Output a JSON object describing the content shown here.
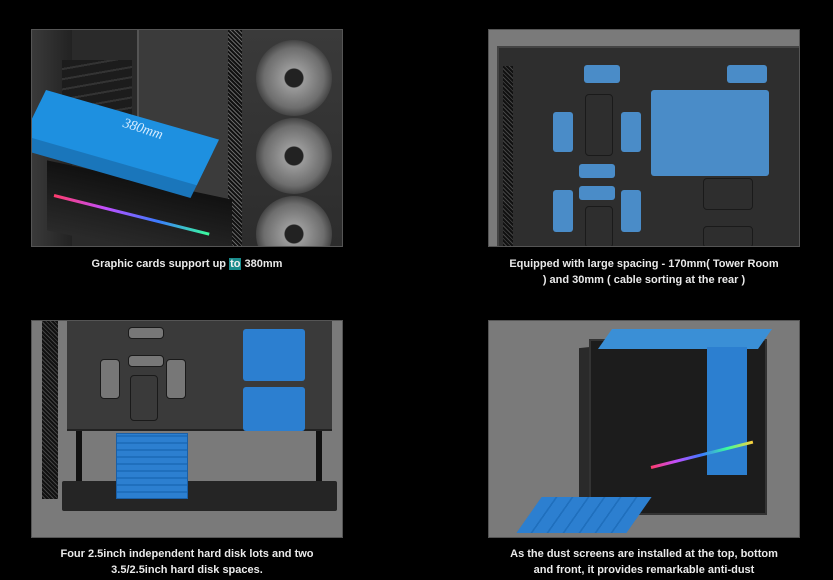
{
  "features": [
    {
      "image_alt": "Graphics card length illustration with blue 380mm card",
      "image_label": "380mm",
      "caption_parts": [
        "Graphic cards support up ",
        "to",
        " 380mm"
      ],
      "caption_highlight": "to"
    },
    {
      "image_alt": "Rear view of motherboard tray with blue highlighted cable routing areas",
      "caption_line1": "Equipped with large spacing - 170mm( Tower Room",
      "caption_line2": ") and 30mm ( cable sorting at the rear )"
    },
    {
      "image_alt": "Hard disk mounting: two 2.5inch trays and 3.5/2.5inch cage in blue",
      "caption_line1": "Four 2.5inch independent hard disk lots and two",
      "caption_line2": "3.5/2.5inch hard disk spaces."
    },
    {
      "image_alt": "PC case with blue dust filters at top, front and bottom",
      "caption_line1": "As the dust screens are installed at the top, bottom",
      "caption_line2": "and front, it provides remarkable anti-dust"
    }
  ],
  "colors": {
    "background": "#000000",
    "panel_gray": "#7a7a7a",
    "highlight_blue": "#4a8cc8",
    "card_blue": "#1e90e0",
    "text_highlight": "#1a8c8c"
  }
}
